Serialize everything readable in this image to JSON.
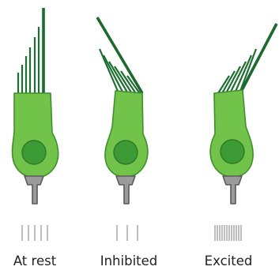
{
  "colors": {
    "cell_fill": "#72c34a",
    "cell_stroke": "#3f8f2c",
    "nucleus_fill": "#3c9b35",
    "nucleus_stroke": "#2d7a28",
    "stereocilia": "#1f6e31",
    "kinocilium": "#1c6a2e",
    "nerve_fill": "#9b9b9b",
    "nerve_stroke": "#5a5a5a",
    "spike_marks": "#888888",
    "label_text": "#222222"
  },
  "panels": [
    {
      "label": "At rest",
      "bundle_state": "upright",
      "spike_count": 5,
      "firing_rate": "baseline"
    },
    {
      "label": "Inhibited",
      "bundle_state": "tilted-away-from-kinocilium",
      "spike_count": 3,
      "firing_rate": "decreased"
    },
    {
      "label": "Excited",
      "bundle_state": "tilted-toward-kinocilium",
      "spike_count": 12,
      "firing_rate": "increased"
    }
  ]
}
